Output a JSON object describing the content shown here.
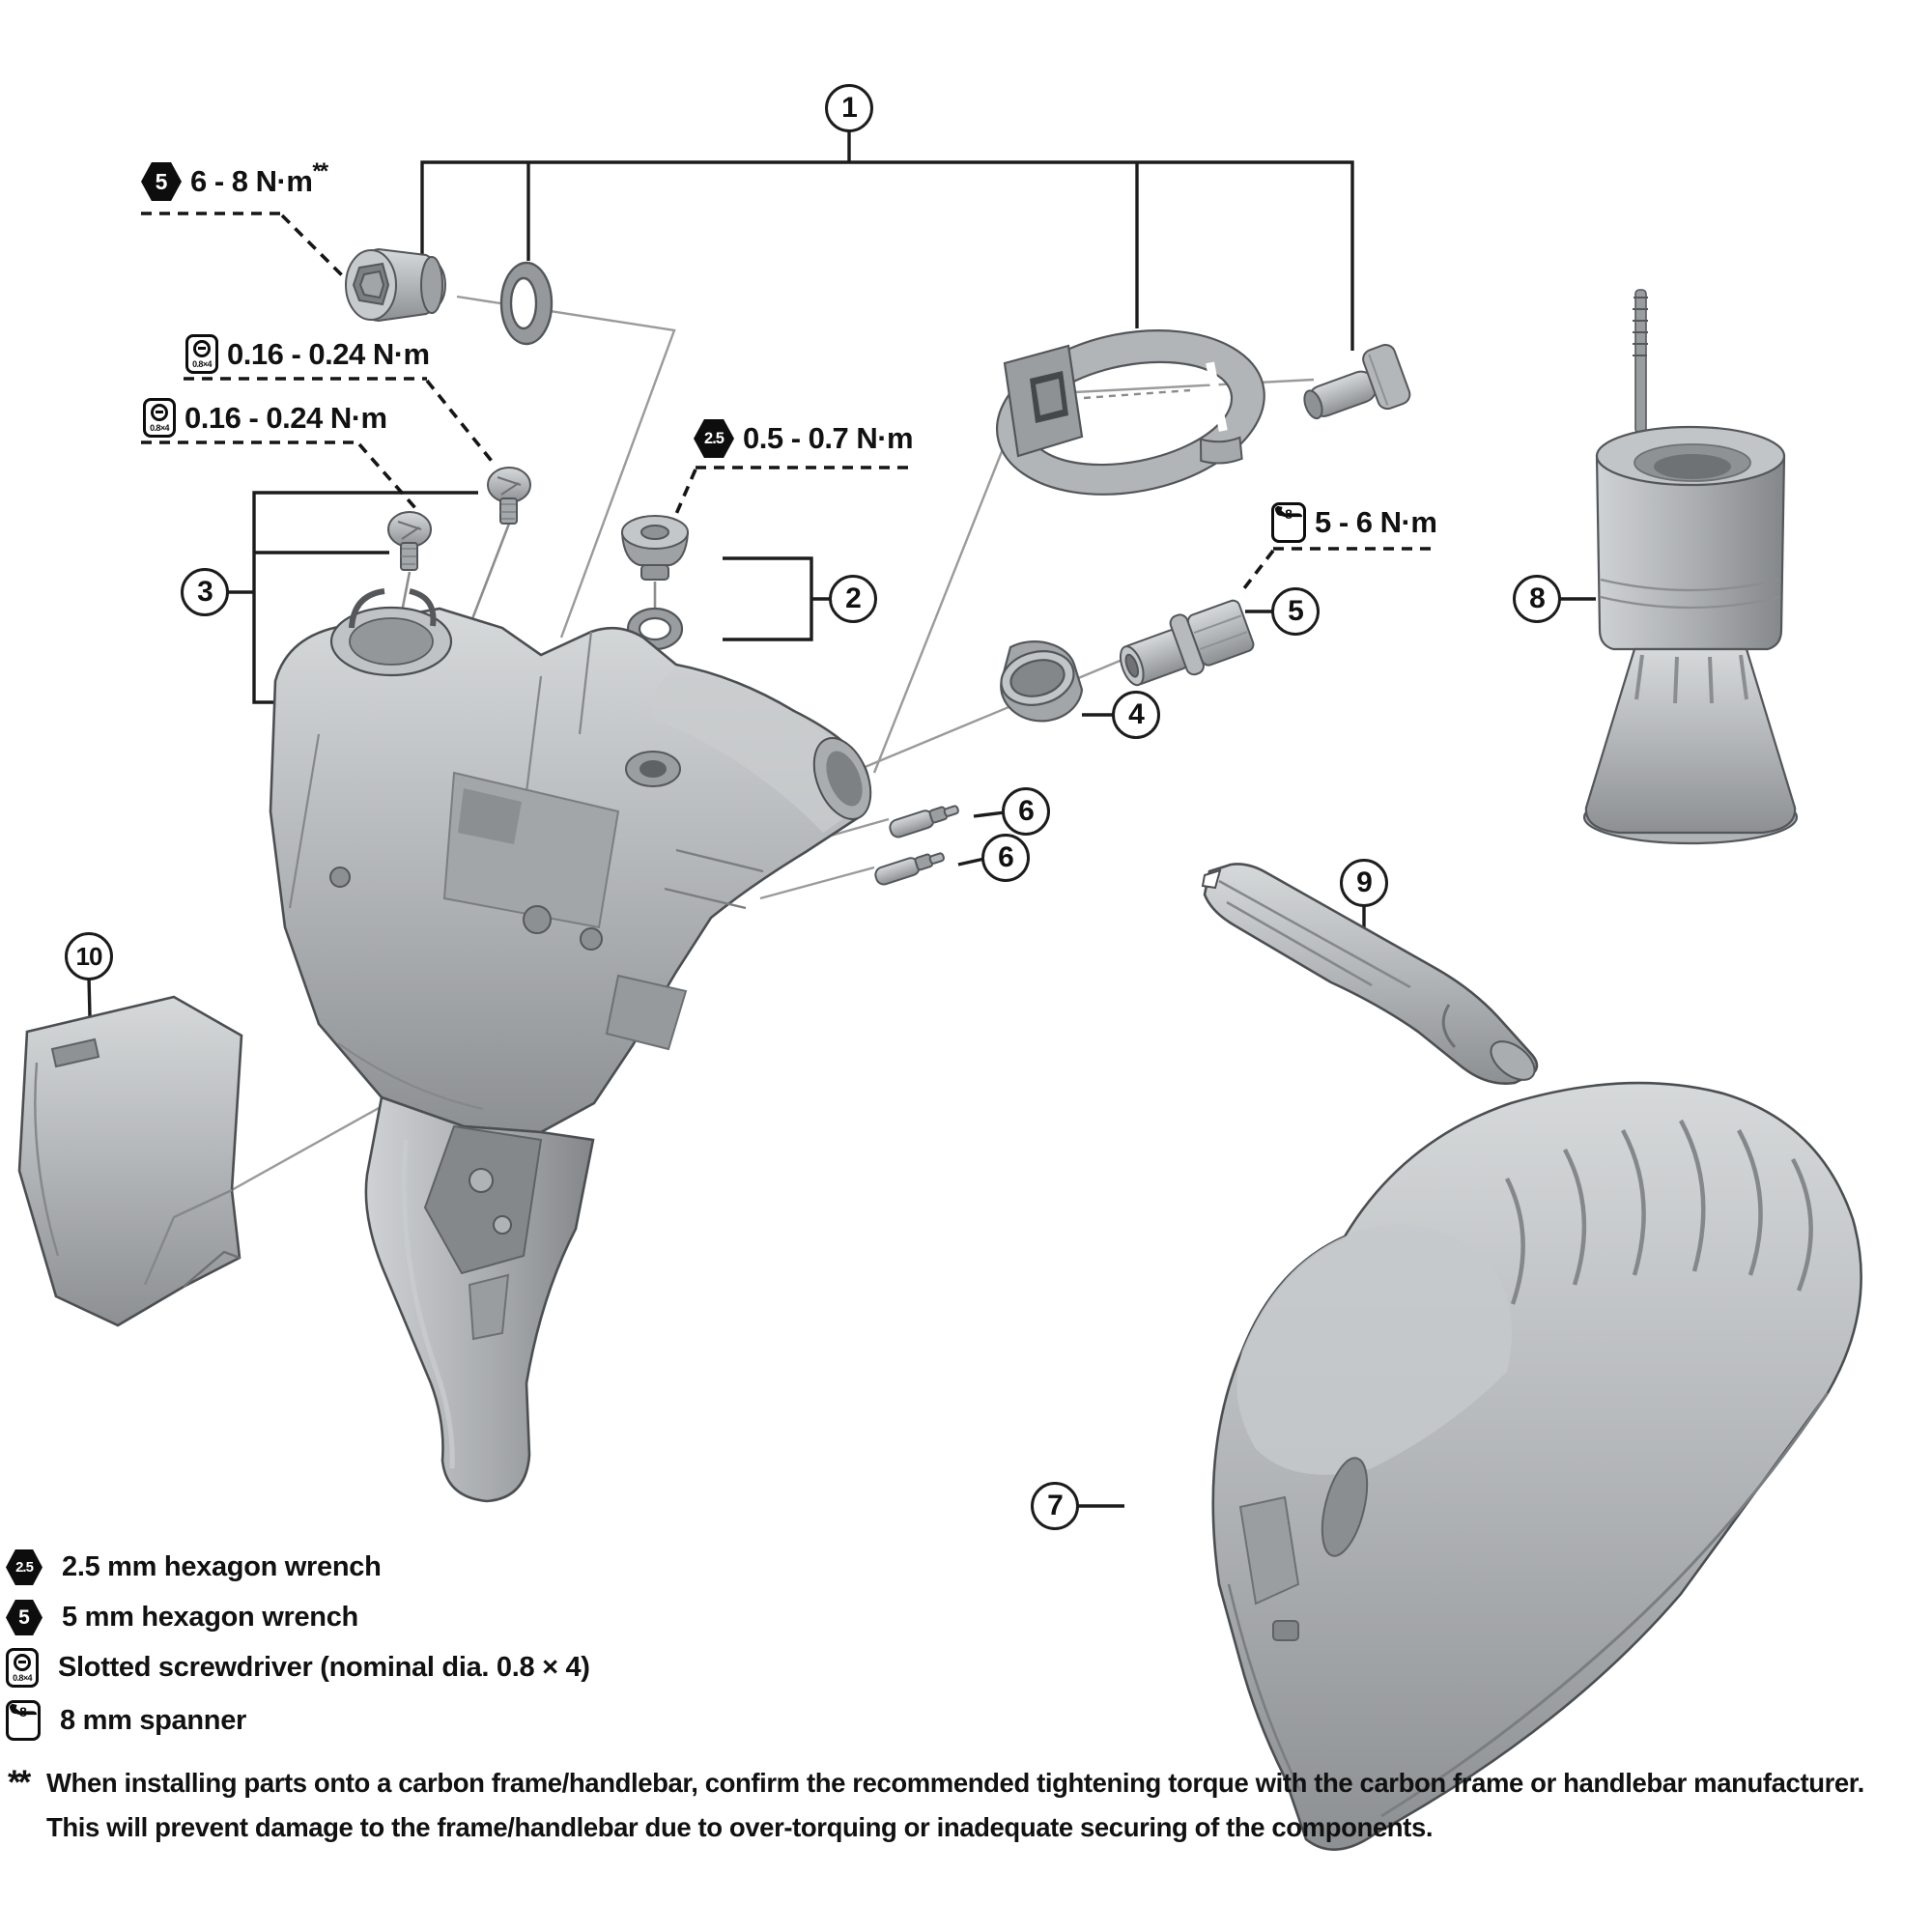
{
  "figure": {
    "kind": "exploded-parts-diagram",
    "subject": "dual-control-lever-assembly"
  },
  "callouts": {
    "c1": "1",
    "c2": "2",
    "c3": "3",
    "c4": "4",
    "c5": "5",
    "c6a": "6",
    "c6b": "6",
    "c7": "7",
    "c8": "8",
    "c9": "9",
    "c10": "10"
  },
  "torque_labels": {
    "hex5_bolt": {
      "tool": "5",
      "value": "6 - 8 N·m",
      "suffix": "**"
    },
    "slotted_upper": {
      "tool": "0.8×4",
      "value": "0.16 - 0.24 N·m"
    },
    "slotted_lower": {
      "tool": "0.8×4",
      "value": "0.16 - 0.24 N·m"
    },
    "hex25_bleed": {
      "tool": "2.5",
      "value": "0.5 - 0.7 N·m"
    },
    "spanner8": {
      "tool": "8",
      "value": "5 - 6 N·m"
    }
  },
  "legend": {
    "rows": [
      {
        "icon": "hex-2.5-icon",
        "tool": "2.5",
        "label": "2.5 mm hexagon wrench"
      },
      {
        "icon": "hex-5-icon",
        "tool": "5",
        "label": "5 mm hexagon wrench"
      },
      {
        "icon": "slotted-screwdriver-icon",
        "tool": "0.8×4",
        "label": "Slotted screwdriver  (nominal dia. 0.8 × 4)"
      },
      {
        "icon": "spanner-8-icon",
        "tool": "8",
        "label": "8 mm spanner"
      }
    ]
  },
  "footnote": {
    "marker": "**",
    "line1": "When installing parts onto a carbon frame/handlebar, confirm the recommended tightening torque with the carbon frame or handlebar manufacturer.",
    "line2": "This will prevent damage to the frame/handlebar due to over-torquing or inadequate securing of the components."
  }
}
